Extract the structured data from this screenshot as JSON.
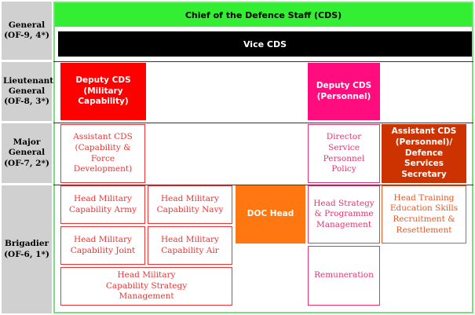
{
  "ranks": [
    {
      "title": "General",
      "code": "(OF-9, 4*)"
    },
    {
      "title": "Lieutenant General",
      "code": "(OF-8, 3*)"
    },
    {
      "title": "Major General",
      "code": "(OF-7, 2*)"
    },
    {
      "title": "Brigadier",
      "code": "(OF-6, 1*)"
    }
  ],
  "cds": "Chief of the Defence Staff (CDS)",
  "vice_cds": "Vice CDS",
  "deputy_capability": "Deputy CDS (Military Capability)",
  "deputy_personnel": "Deputy CDS (Personnel)",
  "assistant_capability": "Assistant CDS (Capability & Force Development)",
  "director_personnel": "Director Service Personnel Policy",
  "assistant_personnel": "Assistant CDS (Personnel)/ Defence Services Secretary",
  "head_army": "Head Military Capability Army",
  "head_navy": "Head Military Capability Navy",
  "head_joint": "Head Military Capability Joint",
  "head_air": "Head Military Capability Air",
  "head_strategy_mgmt": "Head Military Capability Strategy Management",
  "doc_head": "DOC Head",
  "head_strategy_programme": "Head Strategy & Programme Management",
  "remuneration": "Remuneration",
  "head_training": "Head Training Education Skills Recruitment & Resettlement",
  "colors": {
    "cds_green": "#33ee33",
    "capability_red": "#ff0000",
    "personnel_pink": "#ff0d7e",
    "assistant_personnel_orange": "#cc3300",
    "doc_orange": "#ff7711",
    "rank_grey": "#d0d0d0"
  }
}
